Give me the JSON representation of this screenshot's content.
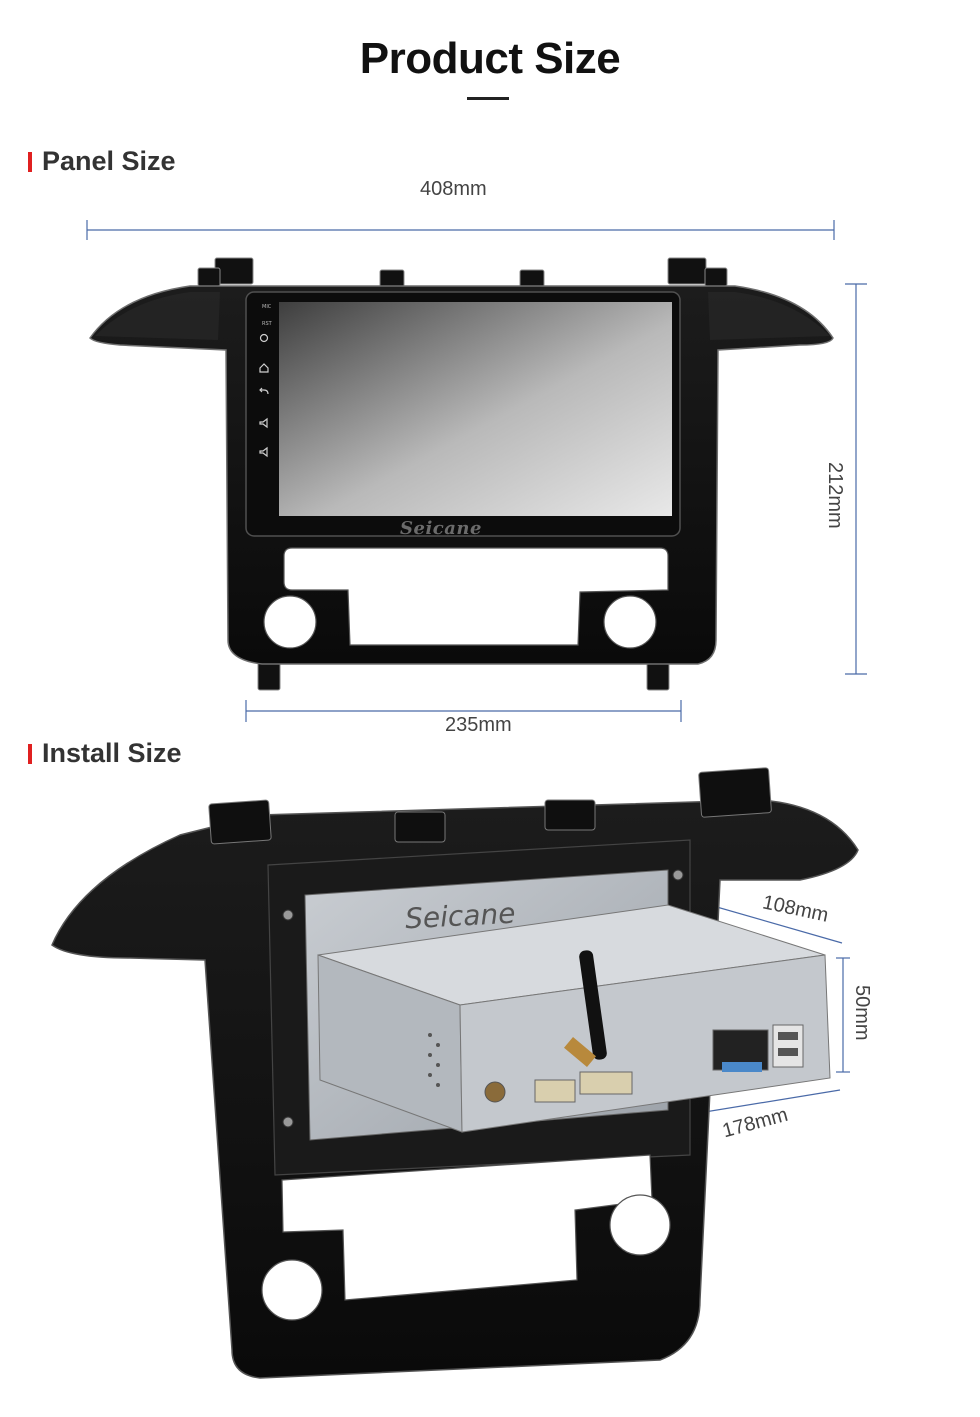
{
  "page": {
    "title": "Product Size"
  },
  "panel_section": {
    "label": "Panel Size",
    "width_label": "408mm",
    "height_label": "212mm",
    "inner_width_label": "235mm",
    "screen_logo": "Seicane",
    "button_labels": [
      "MIC",
      "RST"
    ]
  },
  "install_section": {
    "label": "Install Size",
    "depth_label": "108mm",
    "height_label": "50mm",
    "width_label": "178mm",
    "chassis_logo": "Seicane"
  },
  "colors": {
    "accent": "#e02020",
    "dimension_line": "#4a6aa8",
    "panel_black": "#111111"
  }
}
